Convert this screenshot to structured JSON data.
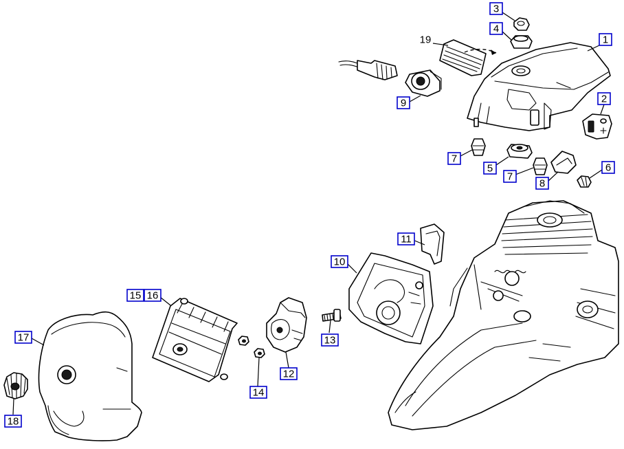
{
  "callouts": [
    {
      "id": "1",
      "label": "1"
    },
    {
      "id": "2",
      "label": "2"
    },
    {
      "id": "3",
      "label": "3"
    },
    {
      "id": "4",
      "label": "4"
    },
    {
      "id": "5",
      "label": "5"
    },
    {
      "id": "6",
      "label": "6"
    },
    {
      "id": "7a",
      "label": "7"
    },
    {
      "id": "7b",
      "label": "7"
    },
    {
      "id": "8",
      "label": "8"
    },
    {
      "id": "9",
      "label": "9"
    },
    {
      "id": "10",
      "label": "10"
    },
    {
      "id": "11",
      "label": "11"
    },
    {
      "id": "12",
      "label": "12"
    },
    {
      "id": "13",
      "label": "13"
    },
    {
      "id": "14",
      "label": "14"
    },
    {
      "id": "15",
      "label": "15"
    },
    {
      "id": "16",
      "label": "16"
    },
    {
      "id": "17",
      "label": "17"
    },
    {
      "id": "18",
      "label": "18"
    }
  ],
  "plain_labels": {
    "part_19": "19"
  },
  "colors": {
    "callout_border": "#0000cc",
    "line": "#000000",
    "background": "#ffffff"
  }
}
